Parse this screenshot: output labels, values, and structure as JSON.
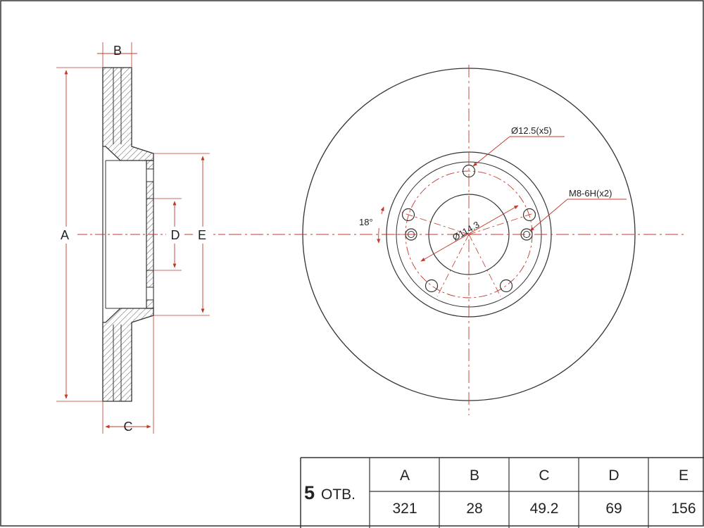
{
  "colors": {
    "outline": "#333333",
    "dimension": "#c0392b",
    "hatch": "#444444"
  },
  "side_view": {
    "labels": {
      "a": "A",
      "b": "B",
      "c": "C",
      "d": "D",
      "e": "E"
    }
  },
  "front_view": {
    "hole_callout": "Ø12.5(x5)",
    "thread_callout": "M8-6H(x2)",
    "pcd_callout": "Ø114.3",
    "angle_callout": "18°"
  },
  "spec_table": {
    "holes_count": "5",
    "holes_unit": "ОТВ.",
    "headers": [
      "A",
      "B",
      "C",
      "D",
      "E"
    ],
    "values": [
      "321",
      "28",
      "49.2",
      "69",
      "156"
    ]
  }
}
